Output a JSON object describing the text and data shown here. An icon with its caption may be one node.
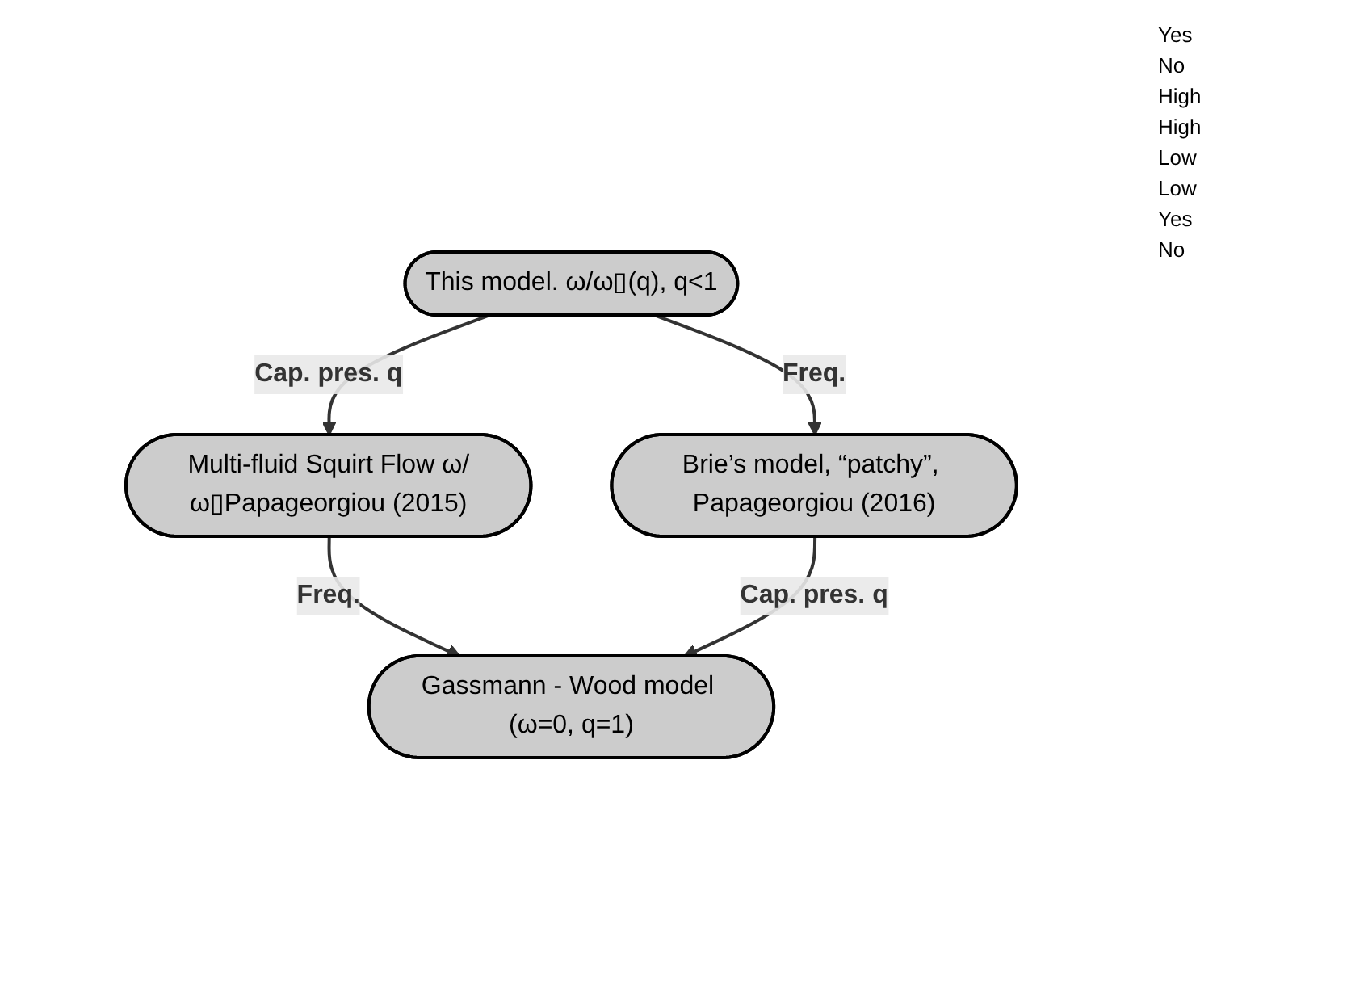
{
  "diagram": {
    "nodes": [
      {
        "text": [
          "This model. ω/ω▯(q), q<1"
        ]
      },
      {
        "text": [
          "Multi-fluid Squirt Flow ω/ω▯Papageorgiou (2015)"
        ]
      },
      {
        "text": [
          "Brie’s model, “patchy”, Papageorgiou (2016)"
        ]
      },
      {
        "text": [
          "Gassmann - Wood model (ω=0, q=1)"
        ]
      }
    ],
    "edges": [
      {
        "from": 0,
        "to": 1,
        "arrow": "to",
        "label": "Cap. pres. q"
      },
      {
        "from": 0,
        "to": 2,
        "arrow": "to",
        "label": "Freq."
      },
      {
        "from": 1,
        "to": 3,
        "arrow": "to",
        "label": "Freq."
      },
      {
        "from": 2,
        "to": 3,
        "arrow": "to",
        "label": "Cap. pres. q"
      }
    ],
    "labels": [
      "Yes",
      "No",
      "High",
      "High",
      "Low",
      "Low",
      "Yes",
      "No"
    ]
  }
}
